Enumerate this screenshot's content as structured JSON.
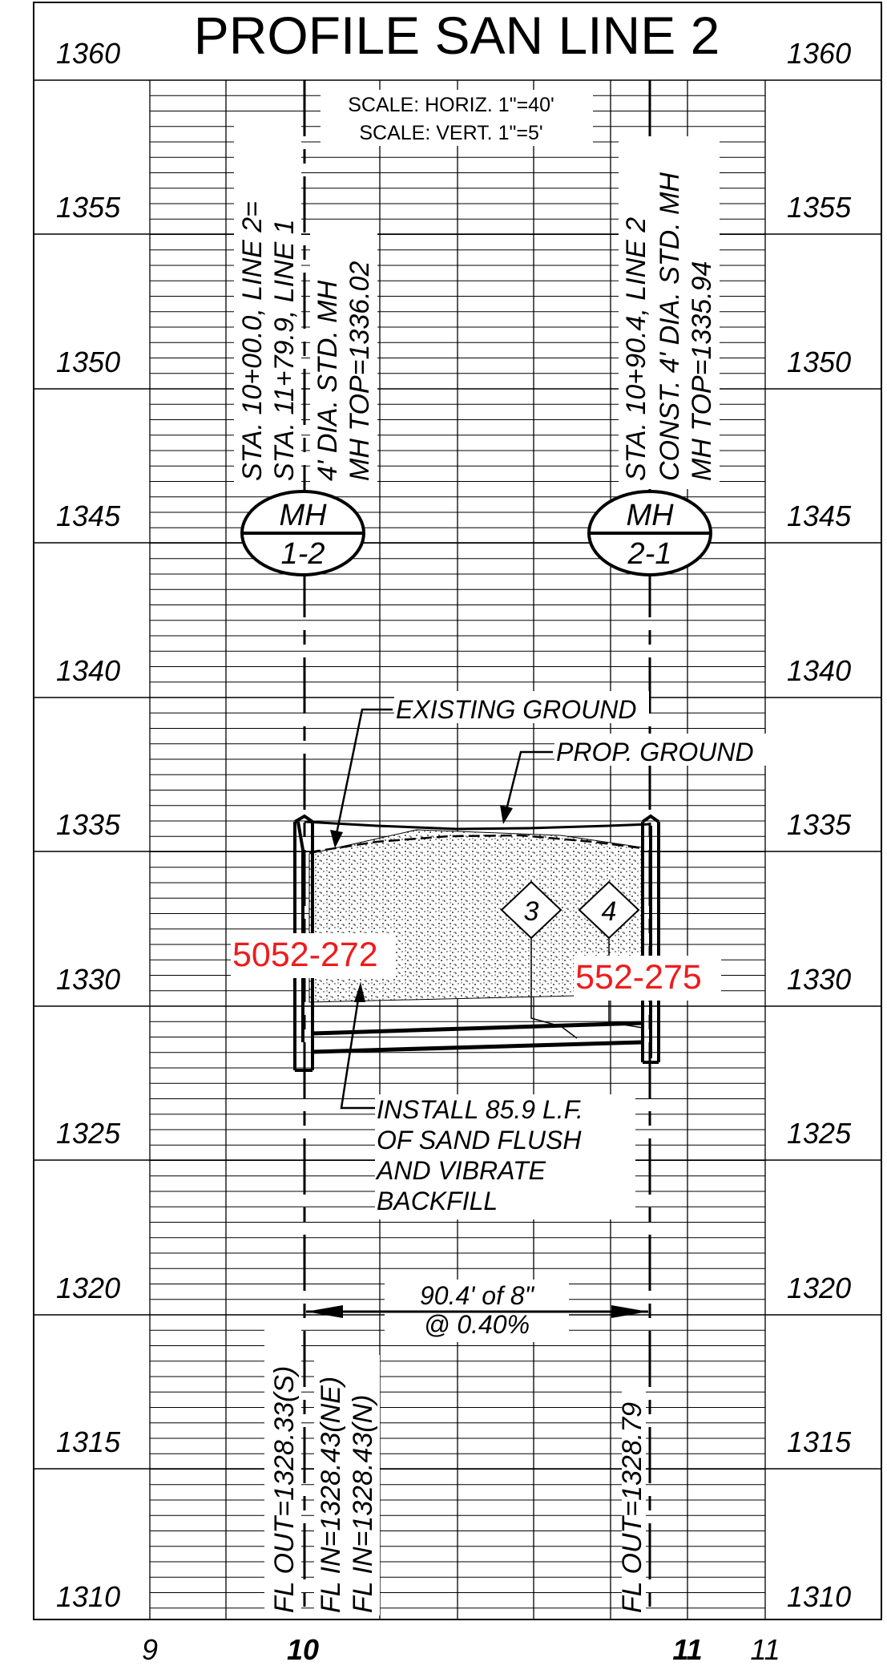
{
  "title": "PROFILE SAN LINE 2",
  "scale": {
    "horiz": "SCALE:  HORIZ.  1\"=40'",
    "vert": "SCALE:  VERT.  1\"=5'"
  },
  "elevation_labels": [
    "1360",
    "1355",
    "1350",
    "1345",
    "1340",
    "1335",
    "1330",
    "1325",
    "1320",
    "1315",
    "1310"
  ],
  "station_labels": [
    "9",
    "10",
    "11",
    "11"
  ],
  "manholes": [
    {
      "top": "MH",
      "bottom": "1-2",
      "lines": [
        "STA.  10+00.0,  LINE  2=",
        "STA.  11+79.9,  LINE  1",
        "4'  DIA.  STD.  MH",
        "MH  TOP=1336.02"
      ]
    },
    {
      "top": "MH",
      "bottom": "2-1",
      "lines": [
        "STA.  10+90.4,  LINE  2",
        "CONST.  4'  DIA.  STD.  MH",
        "MH  TOP=1335.94"
      ]
    }
  ],
  "callouts": {
    "existing_ground": "EXISTING  GROUND",
    "prop_ground": "PROP.  GROUND",
    "install": [
      "INSTALL  85.9  L.F.",
      "OF  SAND  FLUSH",
      "AND  VIBRATE",
      "BACKFILL"
    ],
    "pipe_length": "90.4'  of  8\"",
    "pipe_slope": "@  0.40%"
  },
  "markers": [
    "3",
    "4"
  ],
  "red_labels": [
    "5052-272",
    "552-275"
  ],
  "flowlines": {
    "left": [
      "FL  OUT=1328.33(S)",
      "FL  IN=1328.43(NE)",
      "FL  IN=1328.43(N)"
    ],
    "right": [
      "FL  OUT=1328.79"
    ]
  },
  "colors": {
    "ink": "#000000",
    "red_label": "#ee1c1c",
    "paper": "#ffffff"
  }
}
